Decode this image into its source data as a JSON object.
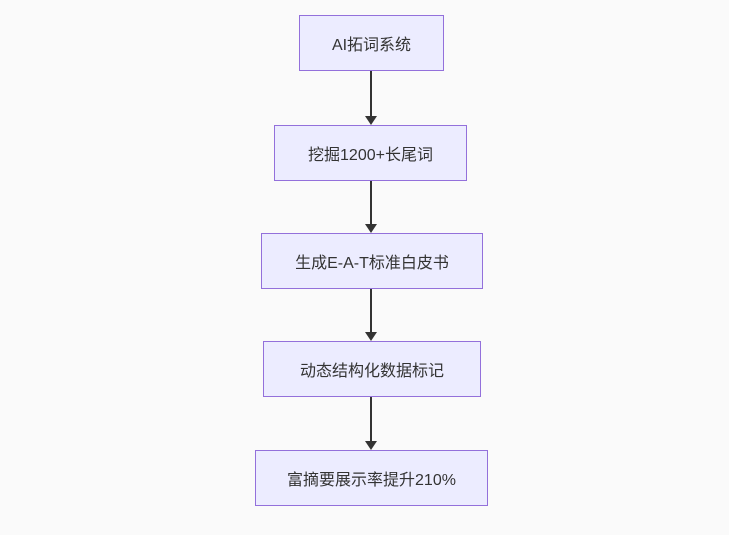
{
  "diagram": {
    "type": "flowchart",
    "direction": "top-down",
    "nodes": [
      {
        "label": "AI拓词系统"
      },
      {
        "label": "挖掘1200+长尾词"
      },
      {
        "label": "生成E-A-T标准白皮书"
      },
      {
        "label": "动态结构化数据标记"
      },
      {
        "label": "富摘要展示率提升210%"
      }
    ],
    "edges": [
      {
        "from": 0,
        "to": 1
      },
      {
        "from": 1,
        "to": 2
      },
      {
        "from": 2,
        "to": 3
      },
      {
        "from": 3,
        "to": 4
      }
    ]
  },
  "theme": {
    "background": "#FAFAFA",
    "node_fill": "#ECECFF",
    "node_border": "#9370DB",
    "text_color": "#333333",
    "arrow_color": "#333333"
  }
}
